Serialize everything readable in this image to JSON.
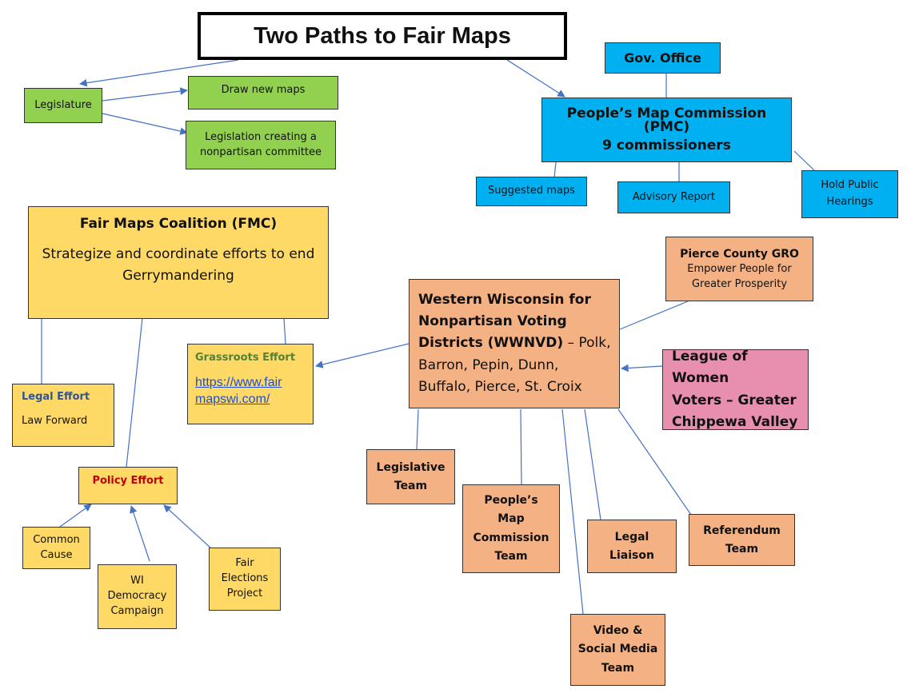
{
  "title": "Two Paths to Fair Maps",
  "legislature": {
    "label": "Legislature",
    "draw_maps": "Draw new maps",
    "legislation_line1": "Legislation creating a",
    "legislation_line2": "nonpartisan committee"
  },
  "pmc": {
    "gov_office": "Gov. Office",
    "name": "People’s Map Commission (PMC)",
    "commissioners": "9 commissioners",
    "suggested_maps": "Suggested maps",
    "advisory_report": "Advisory Report",
    "hearings_line1": "Hold Public",
    "hearings_line2": "Hearings"
  },
  "fmc": {
    "name": "Fair Maps Coalition (FMC)",
    "desc_line1": "Strategize and coordinate efforts to end",
    "desc_line2": "Gerrymandering",
    "grassroots_title": "Grassroots Effort",
    "grassroots_link_line1": "https://www.fair",
    "grassroots_link_line2": "mapswi.com/",
    "legal_title": "Legal Effort",
    "legal_org": "Law Forward",
    "policy_title": "Policy Effort",
    "common_cause_line1": "Common",
    "common_cause_line2": "Cause",
    "wi_democracy_line1": "WI",
    "wi_democracy_line2": "Democracy",
    "wi_democracy_line3": "Campaign",
    "fair_elections_line1": "Fair",
    "fair_elections_line2": "Elections",
    "fair_elections_line3": "Project"
  },
  "wwnvd": {
    "line1": "Western Wisconsin for",
    "line2": "Nonpartisan Voting",
    "line3_bold": "Districts (WWNVD)",
    "line3_rest": " – Polk,",
    "line4": "Barron, Pepin, Dunn,",
    "line5": "Buffalo, Pierce, St. Croix",
    "pierce_title": "Pierce County GRO",
    "pierce_line1": "Empower People for",
    "pierce_line2": "Greater Prosperity",
    "league_line1": "League of Women",
    "league_line2": "Voters – Greater",
    "league_line3": "Chippewa Valley",
    "legislative_team_line1": "Legislative",
    "legislative_team_line2": "Team",
    "pmc_team_line1": "People’s",
    "pmc_team_line2": "Map",
    "pmc_team_line3": "Commission",
    "pmc_team_line4": "Team",
    "video_line1": "Video &",
    "video_line2": "Social Media",
    "video_line3": "Team",
    "legal_liaison_line1": "Legal",
    "legal_liaison_line2": "Liaison",
    "referendum_line1": "Referendum",
    "referendum_line2": "Team"
  },
  "colors": {
    "legislature": "#92d050",
    "pmc": "#00b0f0",
    "fmc": "#ffd966",
    "wwnvd": "#f4b183",
    "league": "#e88fb0",
    "connector": "#4472c4"
  }
}
